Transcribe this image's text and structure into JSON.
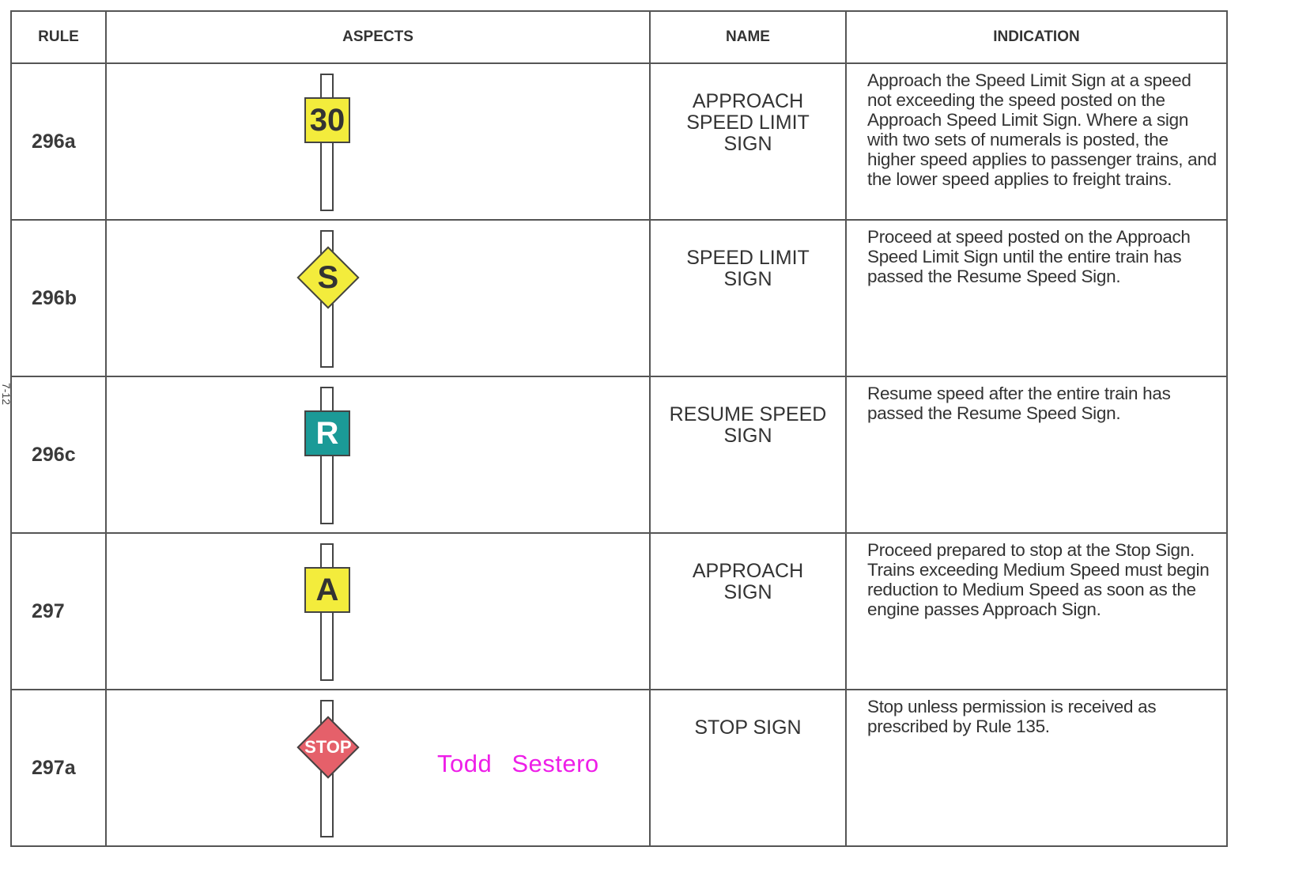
{
  "side_label": "7-12",
  "headers": {
    "rule": "RULE",
    "aspects": "ASPECTS",
    "name": "NAME",
    "indication": "INDICATION"
  },
  "colors": {
    "yellow": "#f3ec3c",
    "teal": "#1b9a97",
    "red": "#e5606a",
    "signature": "#ee1ee8"
  },
  "rows": [
    {
      "rule": "296a",
      "sign_text": "30",
      "sign_shape": "square",
      "sign_color": "#f3ec3c",
      "name": "APPROACH SPEED LIMIT SIGN",
      "indication": "Approach the Speed Limit Sign at a speed not exceeding the speed posted on the Approach Speed Limit Sign. Where a sign with two sets of numerals is posted, the higher speed applies to passenger trains, and the lower speed applies to freight trains."
    },
    {
      "rule": "296b",
      "sign_text": "S",
      "sign_shape": "diamond",
      "sign_color": "#f3ec3c",
      "name": "SPEED LIMIT SIGN",
      "indication": "Proceed at speed posted on the Approach Speed Limit Sign until the entire train has passed the Resume Speed Sign."
    },
    {
      "rule": "296c",
      "sign_text": "R",
      "sign_shape": "square",
      "sign_color": "#1b9a97",
      "name": "RESUME SPEED SIGN",
      "indication": "Resume speed after the entire train has passed the Resume Speed Sign."
    },
    {
      "rule": "297",
      "sign_text": "A",
      "sign_shape": "square",
      "sign_color": "#f3ec3c",
      "name": "APPROACH SIGN",
      "indication": "Proceed prepared to stop at the Stop Sign. Trains exceeding Medium Speed must begin reduction to Medium Speed as soon as the engine passes Approach Sign."
    },
    {
      "rule": "297a",
      "sign_text": "STOP",
      "sign_shape": "diamond",
      "sign_color": "#e5606a",
      "name": "STOP SIGN",
      "indication": "Stop unless permission is received as prescribed by Rule 135."
    }
  ],
  "signature": "Todd Sestero"
}
